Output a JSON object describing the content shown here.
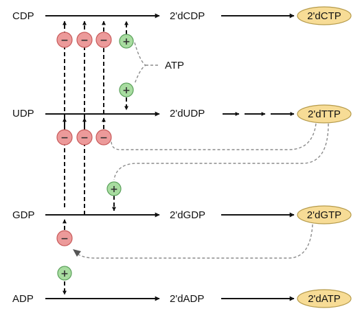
{
  "rows": [
    {
      "substrate": "CDP",
      "intermediate": "2'dCDP",
      "product": "2'dCTP"
    },
    {
      "substrate": "UDP",
      "intermediate": "2'dUDP",
      "product": "2'dTTP"
    },
    {
      "substrate": "GDP",
      "intermediate": "2'dGDP",
      "product": "2'dGTP"
    },
    {
      "substrate": "ADP",
      "intermediate": "2'dADP",
      "product": "2'dATP"
    }
  ],
  "effector_label": "ATP",
  "signs": {
    "inhibit": "−",
    "activate": "+"
  },
  "colors": {
    "inhibit_fill": "#ec9a9a",
    "inhibit_stroke": "#c85a5a",
    "activate_fill": "#a8dca0",
    "activate_stroke": "#5aa05a",
    "product_fill": "#f7dc96",
    "product_stroke": "#b59a4a"
  }
}
